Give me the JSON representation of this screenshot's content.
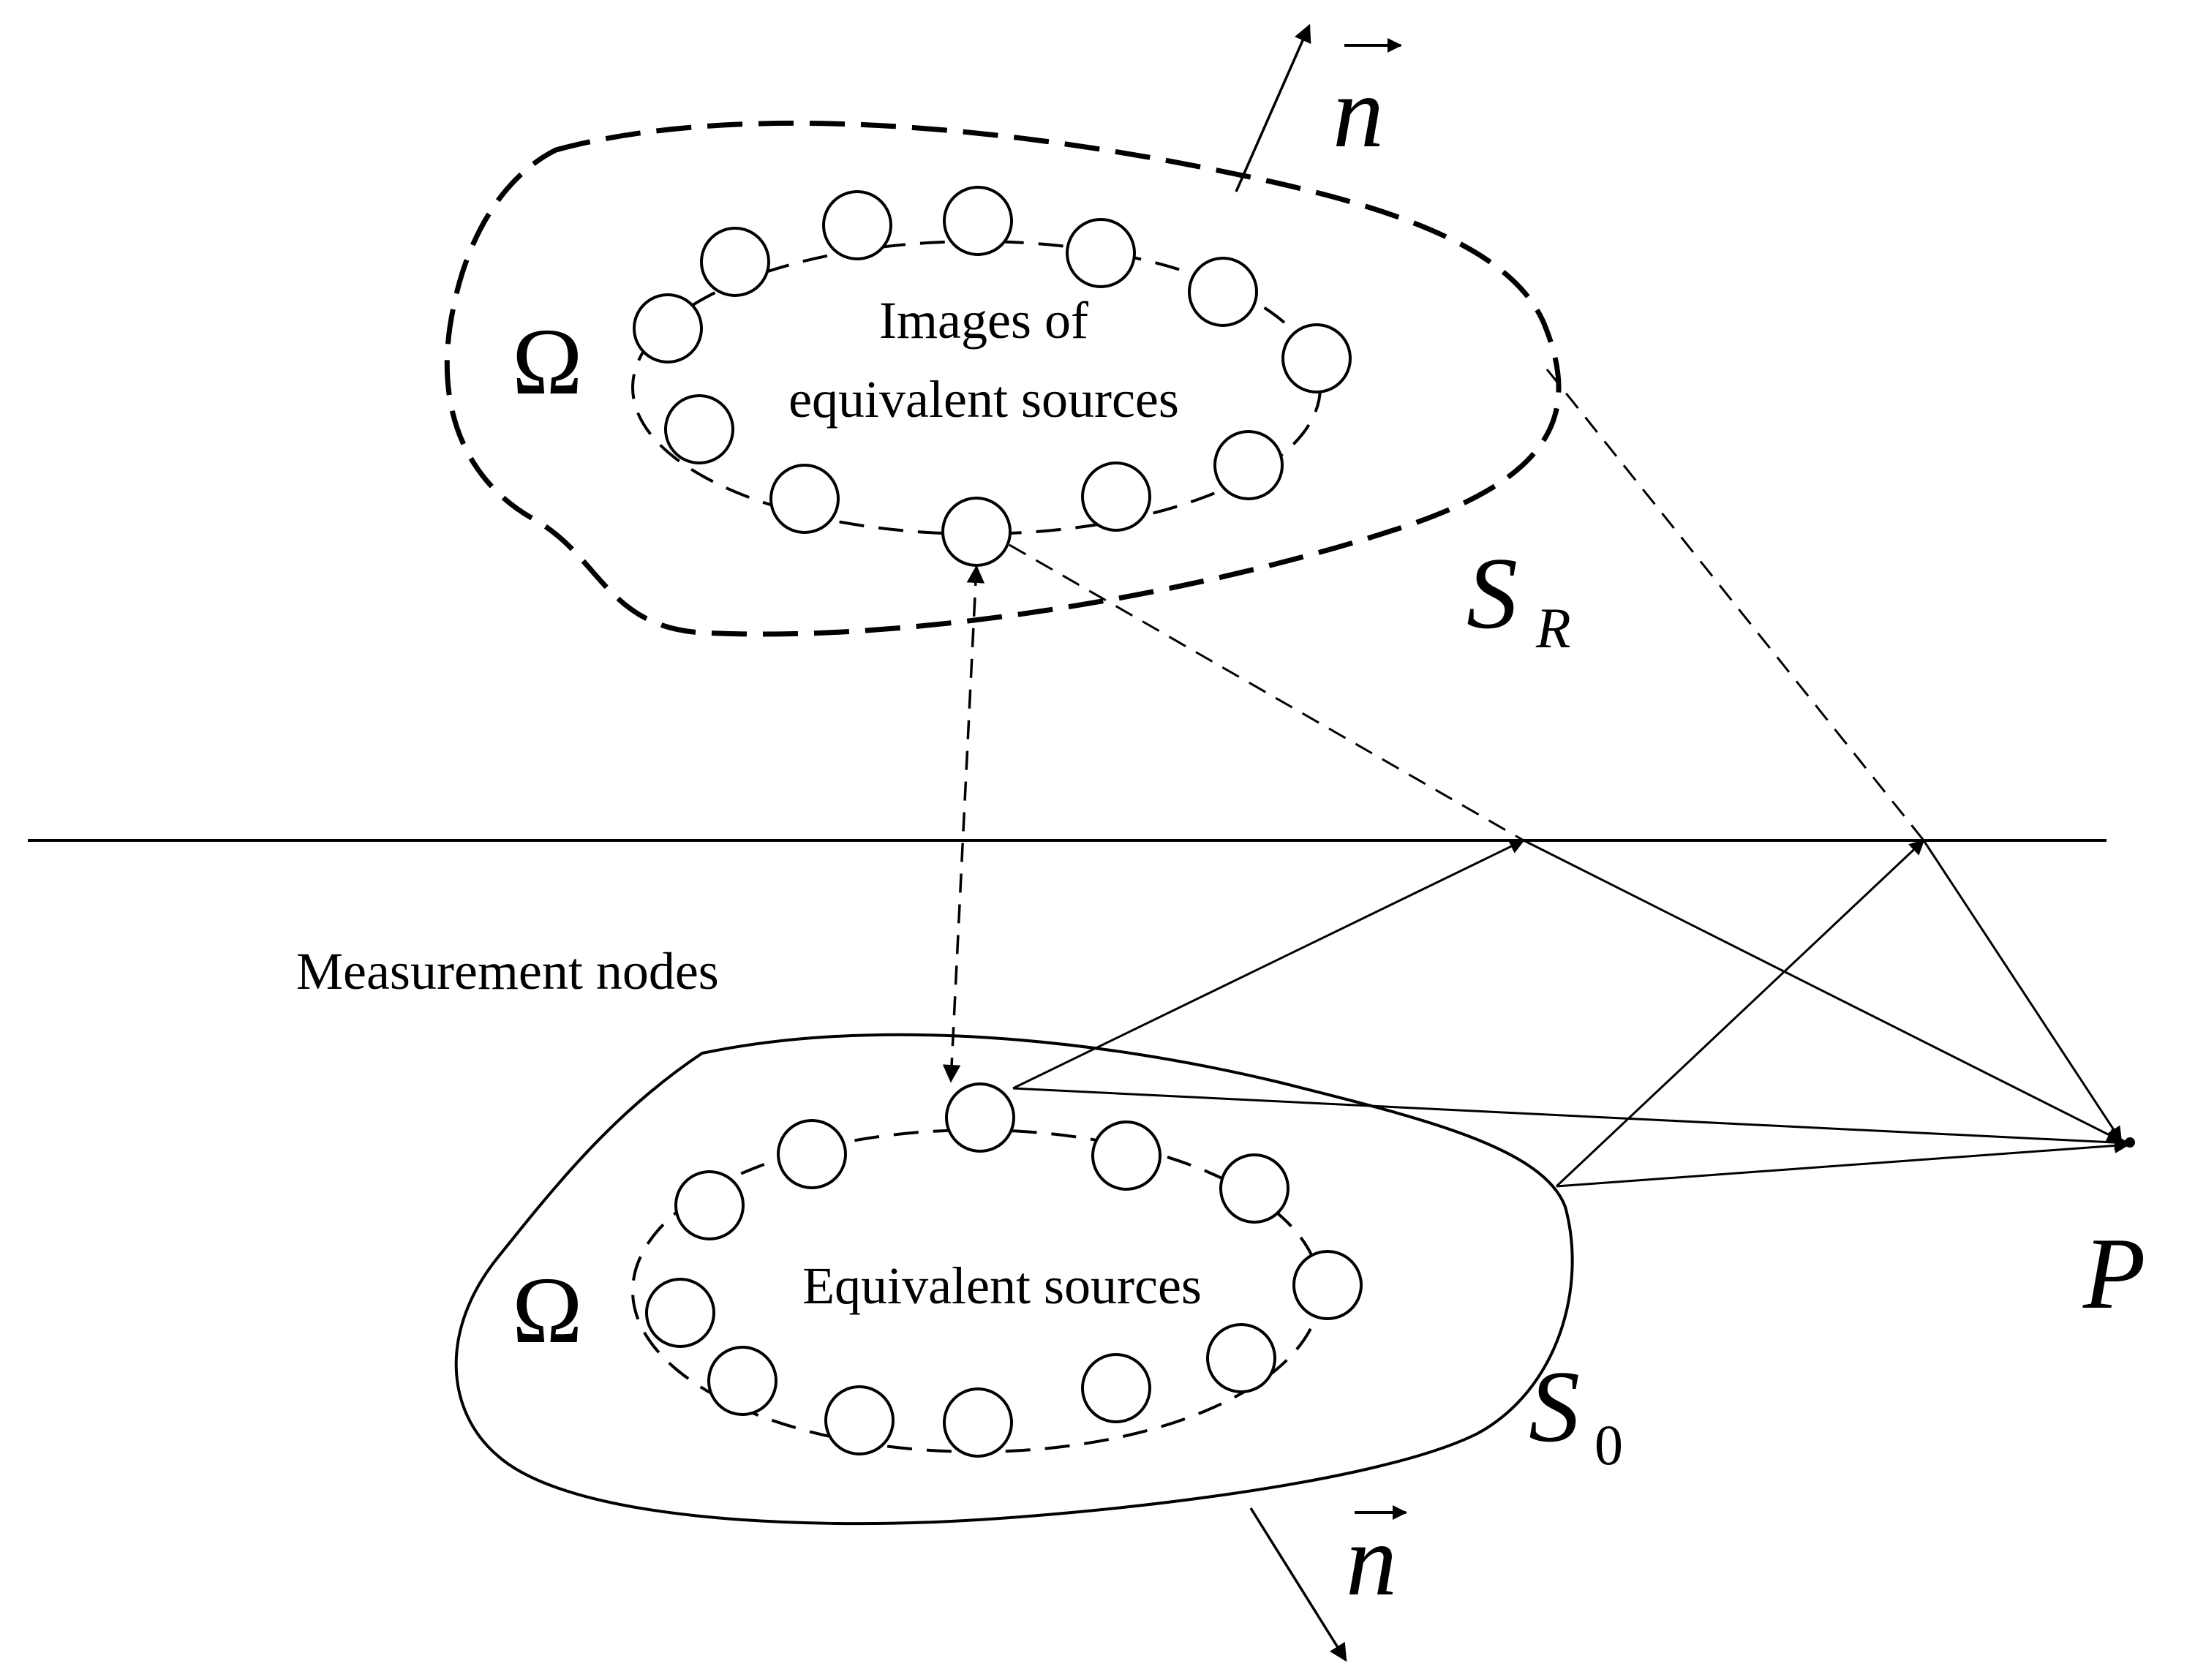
{
  "labels": {
    "images_of_line1": "Images of",
    "images_of_line2": "equivalent sources",
    "equivalent_sources": "Equivalent sources",
    "measurement_nodes": "Measurement nodes",
    "omega_upper": "Ω",
    "omega_lower": "Ω",
    "sr_main": "S",
    "sr_sub": "R",
    "s0_main": "S",
    "s0_sub": "0",
    "p": "P",
    "n_upper": "n",
    "n_lower": "n"
  },
  "colors": {
    "stroke": "#000000",
    "background": "#ffffff",
    "boundary_glow": "#cfe3ef"
  }
}
